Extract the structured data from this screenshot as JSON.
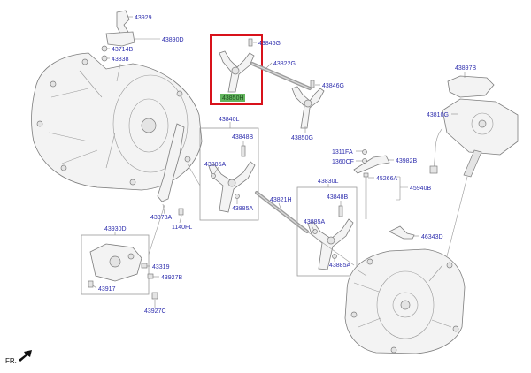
{
  "part_labels": [
    "43929",
    "43890D",
    "43714B",
    "43838",
    "43846G",
    "43822G",
    "43846G",
    "43850G",
    "43840L",
    "43848B",
    "43885A",
    "43885A",
    "43878A",
    "1140FL",
    "43821H",
    "43897B",
    "43810G",
    "1311FA",
    "1360CF",
    "43982B",
    "43830L",
    "45266A",
    "45940B",
    "43848B",
    "43885A",
    "43885A",
    "46343D",
    "43930D",
    "43319",
    "43927B",
    "43917",
    "43927C"
  ],
  "selection": {
    "part": "43850H"
  },
  "direction_label": "FR.",
  "icons": {
    "front_direction": "arrow-up-right-icon"
  },
  "colors": {
    "label_text": "#2f2fae",
    "selected_fill": "#63b55e",
    "selected_text": "#1f4f1f",
    "selection_box": "#d8121b",
    "drawing_stroke": "#7d7d7d"
  }
}
